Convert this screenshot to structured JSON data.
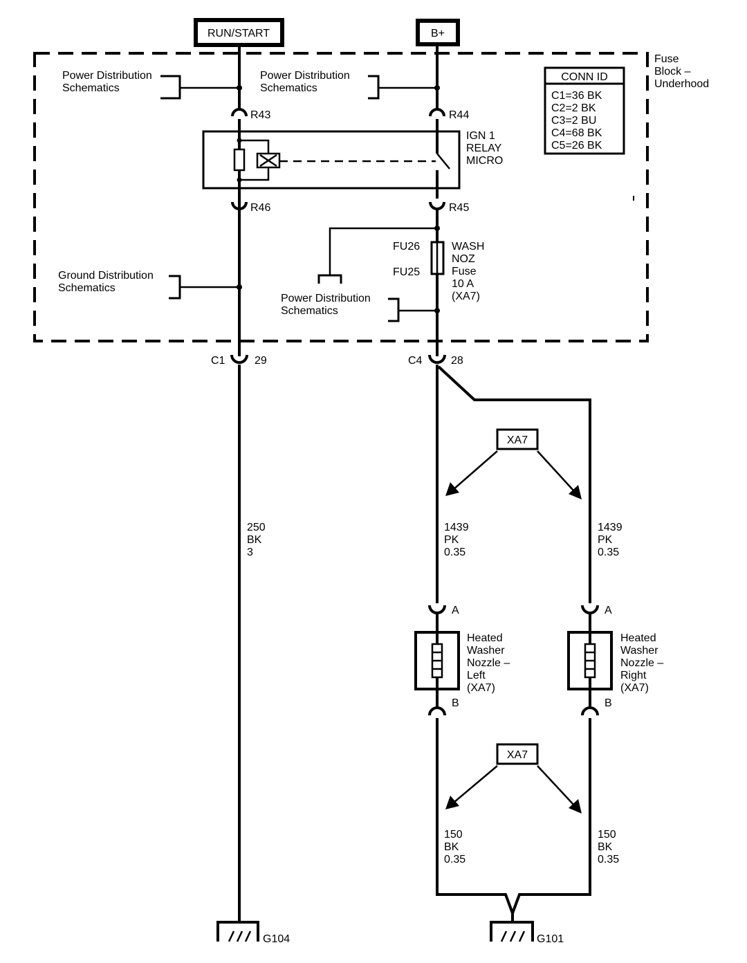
{
  "power_sources": {
    "run_start": "RUN/START",
    "b_plus": "B+"
  },
  "fuse_block": {
    "name": [
      "Fuse",
      "Block –",
      "Underhood"
    ]
  },
  "conn_id": {
    "title": "CONN ID",
    "entries": [
      "C1=36 BK",
      "C2=2 BK",
      "C3=2 BU",
      "C4=68 BK",
      "C5=26 BK"
    ]
  },
  "references": {
    "power_dist": [
      "Power Distribution",
      "Schematics"
    ],
    "ground_dist": [
      "Ground Distribution",
      "Schematics"
    ]
  },
  "relay": {
    "label": [
      "IGN 1",
      "RELAY",
      "MICRO"
    ]
  },
  "terminals": {
    "r43": "R43",
    "r44": "R44",
    "r45": "R45",
    "r46": "R46"
  },
  "fuse": {
    "fu26": "FU26",
    "fu25": "FU25",
    "label": [
      "WASH",
      "NOZ",
      "Fuse",
      "10 A",
      "(XA7)"
    ]
  },
  "connectors": {
    "c1": "C1",
    "c1_pin": "29",
    "c4": "C4",
    "c4_pin": "28",
    "pin_a": "A",
    "pin_b": "B"
  },
  "wires": {
    "ground_run": [
      "250",
      "BK",
      "3"
    ],
    "feed_left": [
      "1439",
      "PK",
      "0.35"
    ],
    "feed_right": [
      "1439",
      "PK",
      "0.35"
    ],
    "return_left": [
      "150",
      "BK",
      "0.35"
    ],
    "return_right": [
      "150",
      "BK",
      "0.35"
    ]
  },
  "options": {
    "xa7_top": "XA7",
    "xa7_bottom": "XA7"
  },
  "components": {
    "nozzle_left": [
      "Heated",
      "Washer",
      "Nozzle –",
      "Left",
      "(XA7)"
    ],
    "nozzle_right": [
      "Heated",
      "Washer",
      "Nozzle –",
      "Right",
      "(XA7)"
    ]
  },
  "grounds": {
    "g104": "G104",
    "g101": "G101"
  }
}
